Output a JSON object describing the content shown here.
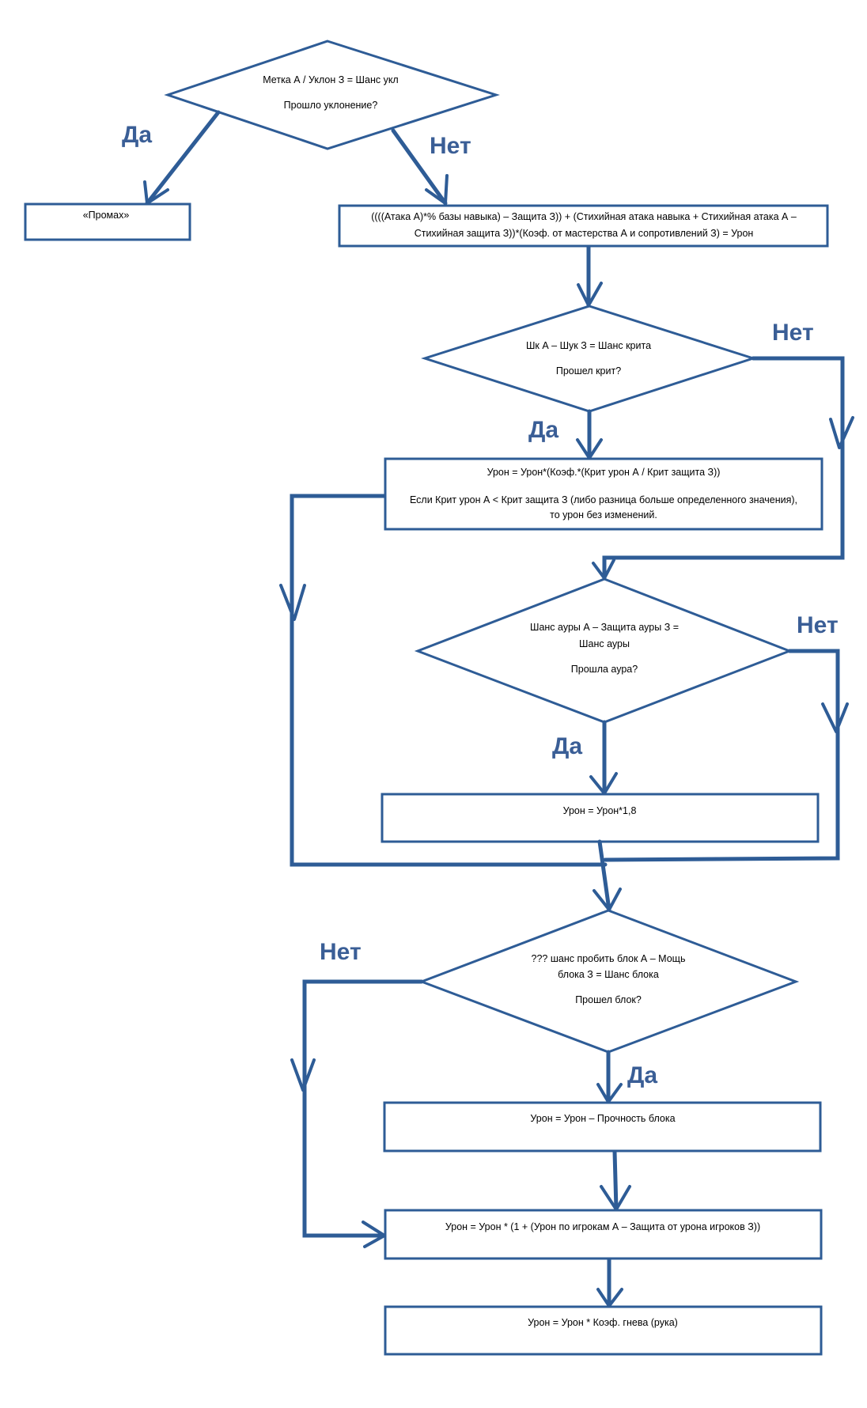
{
  "colors": {
    "line": "#2e5c96",
    "label": "#3a5e96",
    "shape_fill": "#ffffff",
    "text": "#000000"
  },
  "labels": {
    "yes": "Да",
    "no": "Нет"
  },
  "nodes": {
    "dodge_check": {
      "line1": "Метка А / Уклон З = Шанс укл",
      "line2": "Прошло уклонение?"
    },
    "miss": {
      "text": "«Промах»"
    },
    "damage_formula": {
      "line1": "((((Атака А)*% базы навыка) – Защита З)) + (Стихийная атака навыка + Стихийная атака А –",
      "line2": "Стихийная защита З))*(Коэф. от мастерства А и сопротивлений З) = Урон"
    },
    "crit_check": {
      "line1": "Шк А – Шук З = Шанс крита",
      "line2": "Прошел крит?"
    },
    "crit_damage": {
      "line1": "Урон = Урон*(Коэф.*(Крит урон А / Крит защита З))",
      "line2": "Если Крит урон А < Крит защита З (либо разница больше определенного значения),",
      "line3": "то урон без изменений."
    },
    "aura_check": {
      "line1": "Шанс ауры А – Защита ауры З =",
      "line2": "Шанс ауры",
      "line3": "Прошла аура?"
    },
    "aura_damage": {
      "text": "Урон = Урон*1,8"
    },
    "block_check": {
      "line1": "??? шанс пробить блок А – Мощь",
      "line2": "блока З = Шанс блока",
      "line3": "Прошел блок?"
    },
    "block_damage": {
      "text": "Урон = Урон – Прочность блока"
    },
    "pvp_damage": {
      "text": "Урон = Урон * (1 + (Урон по игрокам А – Защита от урона игроков З))"
    },
    "rage_damage": {
      "text": "Урон = Урон * Коэф. гнева (рука)"
    }
  }
}
